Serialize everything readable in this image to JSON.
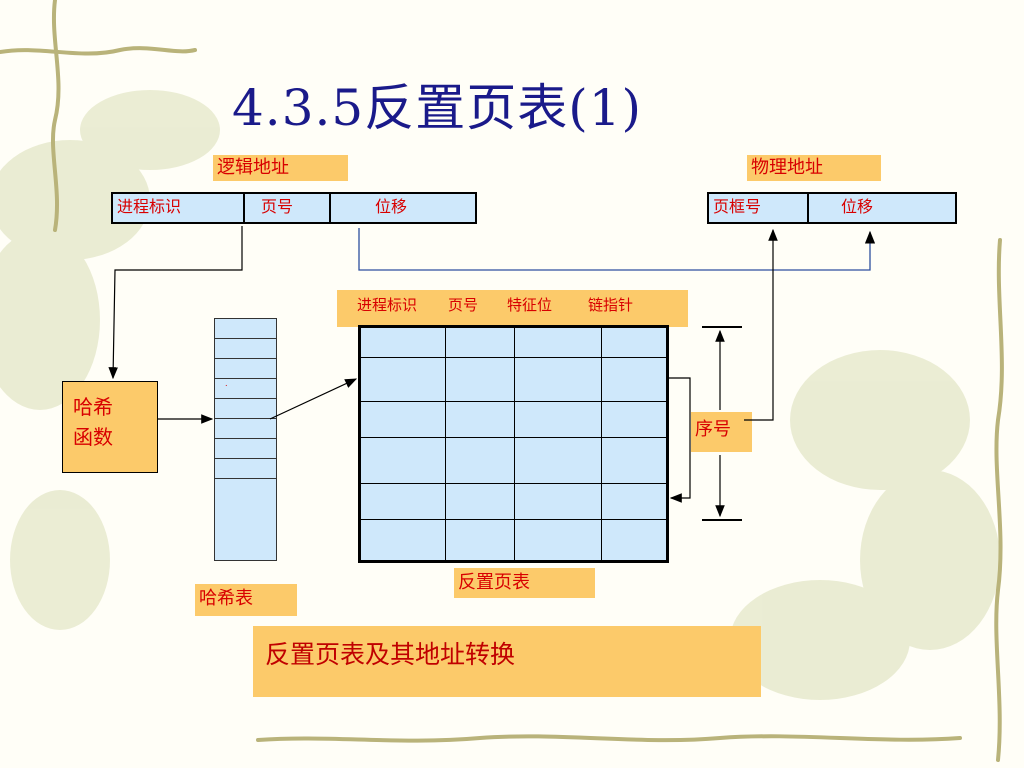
{
  "title": "4.3.5反置页表(1)",
  "logical_address": {
    "label": "逻辑地址",
    "fields": [
      "进程标识",
      "页号",
      "位移"
    ]
  },
  "physical_address": {
    "label": "物理地址",
    "fields": [
      "页框号",
      "位移"
    ]
  },
  "hash_function": {
    "line1": "哈希",
    "line2": "函数"
  },
  "hash_table": {
    "label": "哈希表",
    "marker": "."
  },
  "inverted_table": {
    "columns": [
      "进程标识",
      "页号",
      "特征位",
      "链指针"
    ],
    "label": "反置页表"
  },
  "index_label": "序号",
  "caption": "反置页表及其地址转换",
  "colors": {
    "label_fill": "#fcca6a",
    "cell_fill": "#cfe8fb",
    "text_red": "#d80000",
    "title_blue": "#1a1a8a",
    "connector_blue": "#2d4f9e"
  }
}
